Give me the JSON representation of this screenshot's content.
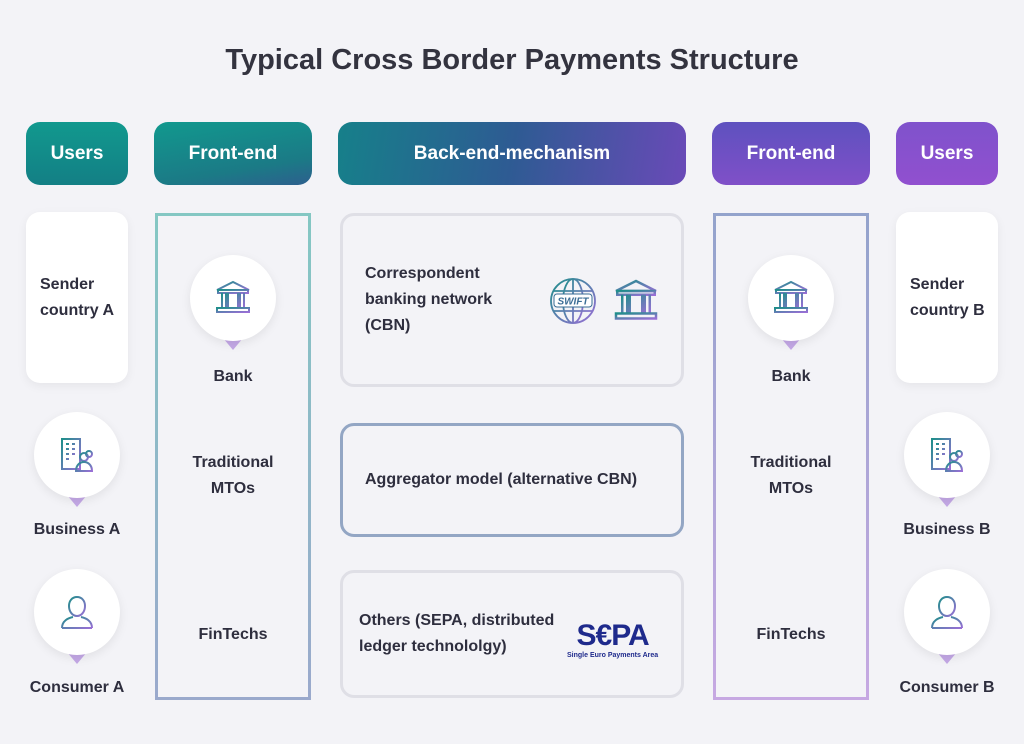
{
  "title": "Typical Cross Border Payments Structure",
  "headers": {
    "users_left": "Users",
    "frontend_left": "Front-end",
    "backend": "Back-end-mechanism",
    "frontend_right": "Front-end",
    "users_right": "Users"
  },
  "left_users": {
    "sender": "Sender country A",
    "business": "Business A",
    "consumer": "Consumer A"
  },
  "right_users": {
    "sender": "Sender country B",
    "business": "Business B",
    "consumer": "Consumer B"
  },
  "frontend": {
    "bank": "Bank",
    "mto1": "Traditional",
    "mto2": "MTOs",
    "fintech": "FinTechs"
  },
  "backend": {
    "cbn": "Correspondent banking network (CBN)",
    "aggregator": "Aggregator model (alternative CBN)",
    "others": "Others (SEPA, distributed ledger technololgy)",
    "swift": "SWIFT",
    "sepa_logo": "S€PA",
    "sepa_sub": "Single Euro Payments Area"
  },
  "colors": {
    "teal": "#11998e",
    "purple": "#8e4fcf",
    "text": "#2e2e3e"
  }
}
